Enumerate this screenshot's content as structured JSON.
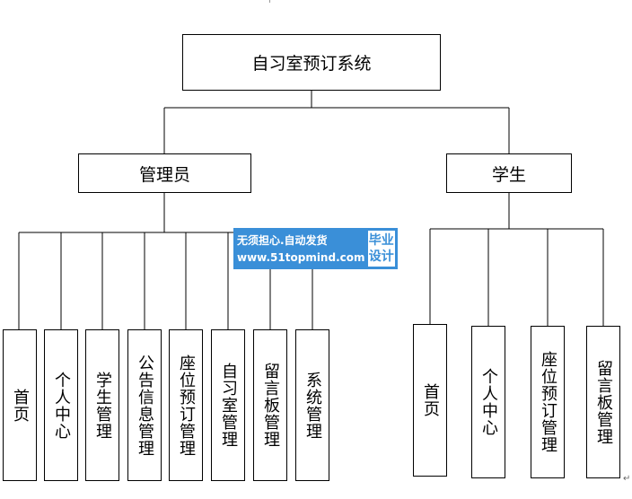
{
  "diagram": {
    "root": {
      "label": "自习室预订系统"
    },
    "branches": [
      {
        "label": "管理员",
        "children": [
          "首页",
          "个人中心",
          "学生管理",
          "公告信息管理",
          "座位预订管理",
          "自习室管理",
          "留言板管理",
          "系统管理"
        ]
      },
      {
        "label": "学生",
        "children": [
          "首页",
          "个人中心",
          "座位预订管理",
          "留言板管理"
        ]
      }
    ]
  },
  "watermark": {
    "line1": "无须担心.自动发货",
    "line2": "www.51topmind.com",
    "badge_line1": "毕业",
    "badge_line2": "设计",
    "color": "#3a8fd8"
  },
  "corner_mark": "↵"
}
